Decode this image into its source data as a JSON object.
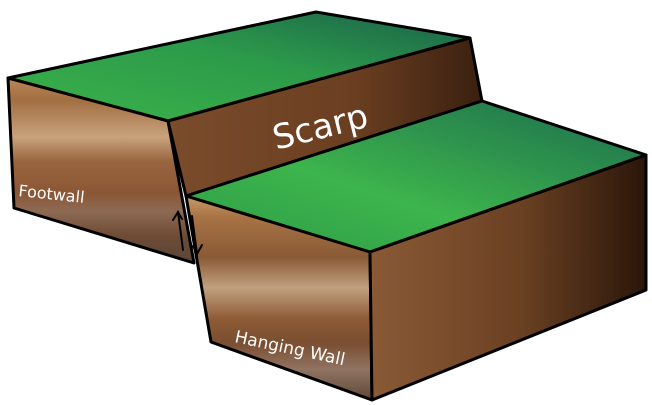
{
  "labels": {
    "scarp": "Scarp",
    "footwall": "Footwall",
    "hanging_wall": "Hanging Wall"
  },
  "colors": {
    "grass_light": "#3cb44a",
    "grass_dark": "#1a6a4e",
    "soil_light": "#c8986a",
    "soil_mid": "#8a5a34",
    "soil_dark": "#2e1a0c",
    "outline": "#000000",
    "label_text": "#ffffff"
  },
  "icons": {
    "fault_motion": "double-arrow-up-down-icon"
  }
}
